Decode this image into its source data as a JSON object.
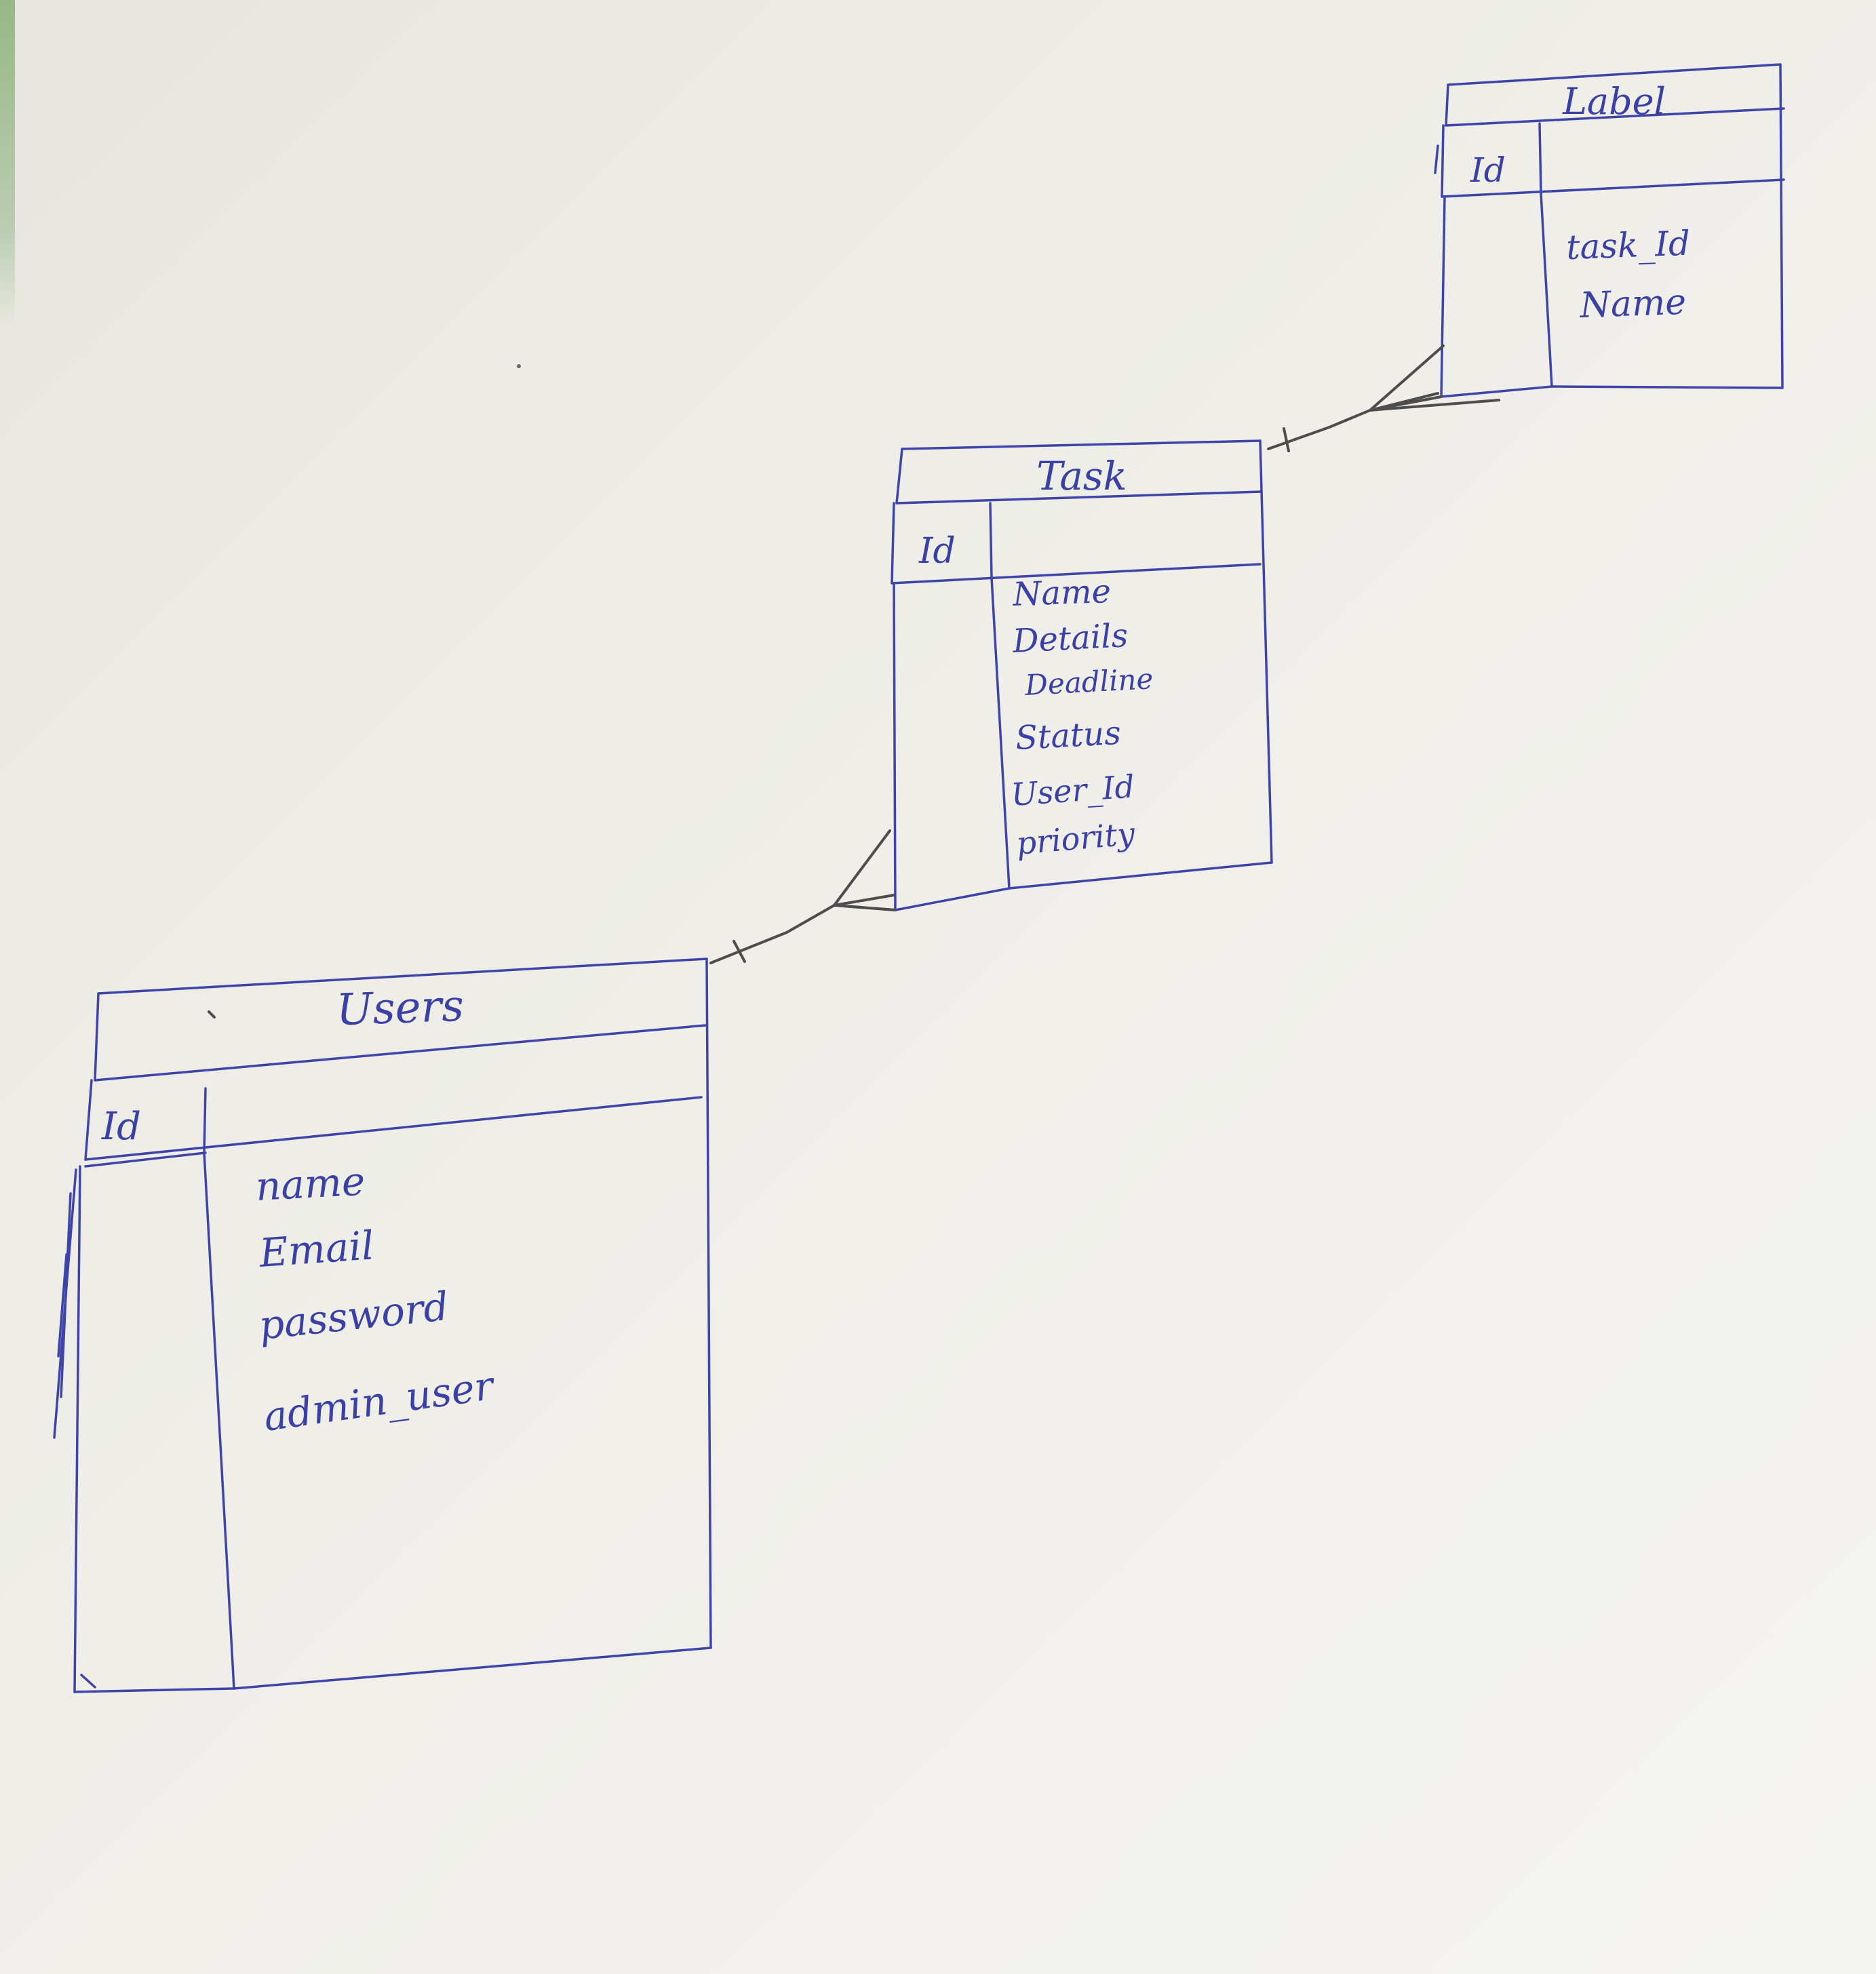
{
  "colors": {
    "ink": "#3f45a8",
    "pencil": "#4d4d4d",
    "paper": "#efeee9"
  },
  "entities": {
    "users": {
      "title": "Users",
      "key": "Id",
      "fields": [
        "name",
        "Email",
        "password",
        "admin_user"
      ]
    },
    "task": {
      "title": "Task",
      "key": "Id",
      "fields": [
        "Name",
        "Details",
        "Deadline",
        "Status",
        "User_Id",
        "priority"
      ]
    },
    "label": {
      "title": "Label",
      "key": "Id",
      "fields": [
        "task_Id",
        "Name"
      ]
    }
  },
  "relationships": [
    {
      "from": "users",
      "to": "task",
      "from_end": "one",
      "to_end": "many"
    },
    {
      "from": "task",
      "to": "label",
      "from_end": "one",
      "to_end": "many"
    }
  ]
}
